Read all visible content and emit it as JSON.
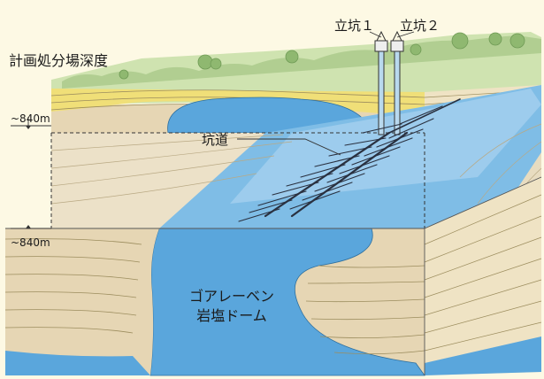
{
  "labels": {
    "shaft1": "立坑１",
    "shaft2": "立坑２",
    "planned_depth": "計画処分場深度",
    "depth_upper": "~840m",
    "depth_lower": "~840m",
    "tunnel": "坑道",
    "salt_dome_line1": "ゴアレーベン",
    "salt_dome_line2": "岩塩ドーム"
  },
  "colors": {
    "salt_dome_blue": "#5aa6dc",
    "salt_dome_light": "#a9d3ef",
    "sediment_tan": "#e6d6b4",
    "sediment_yellow": "#f0df78",
    "vegetation_green": "#a9c88a",
    "background": "#fdf9e4"
  }
}
